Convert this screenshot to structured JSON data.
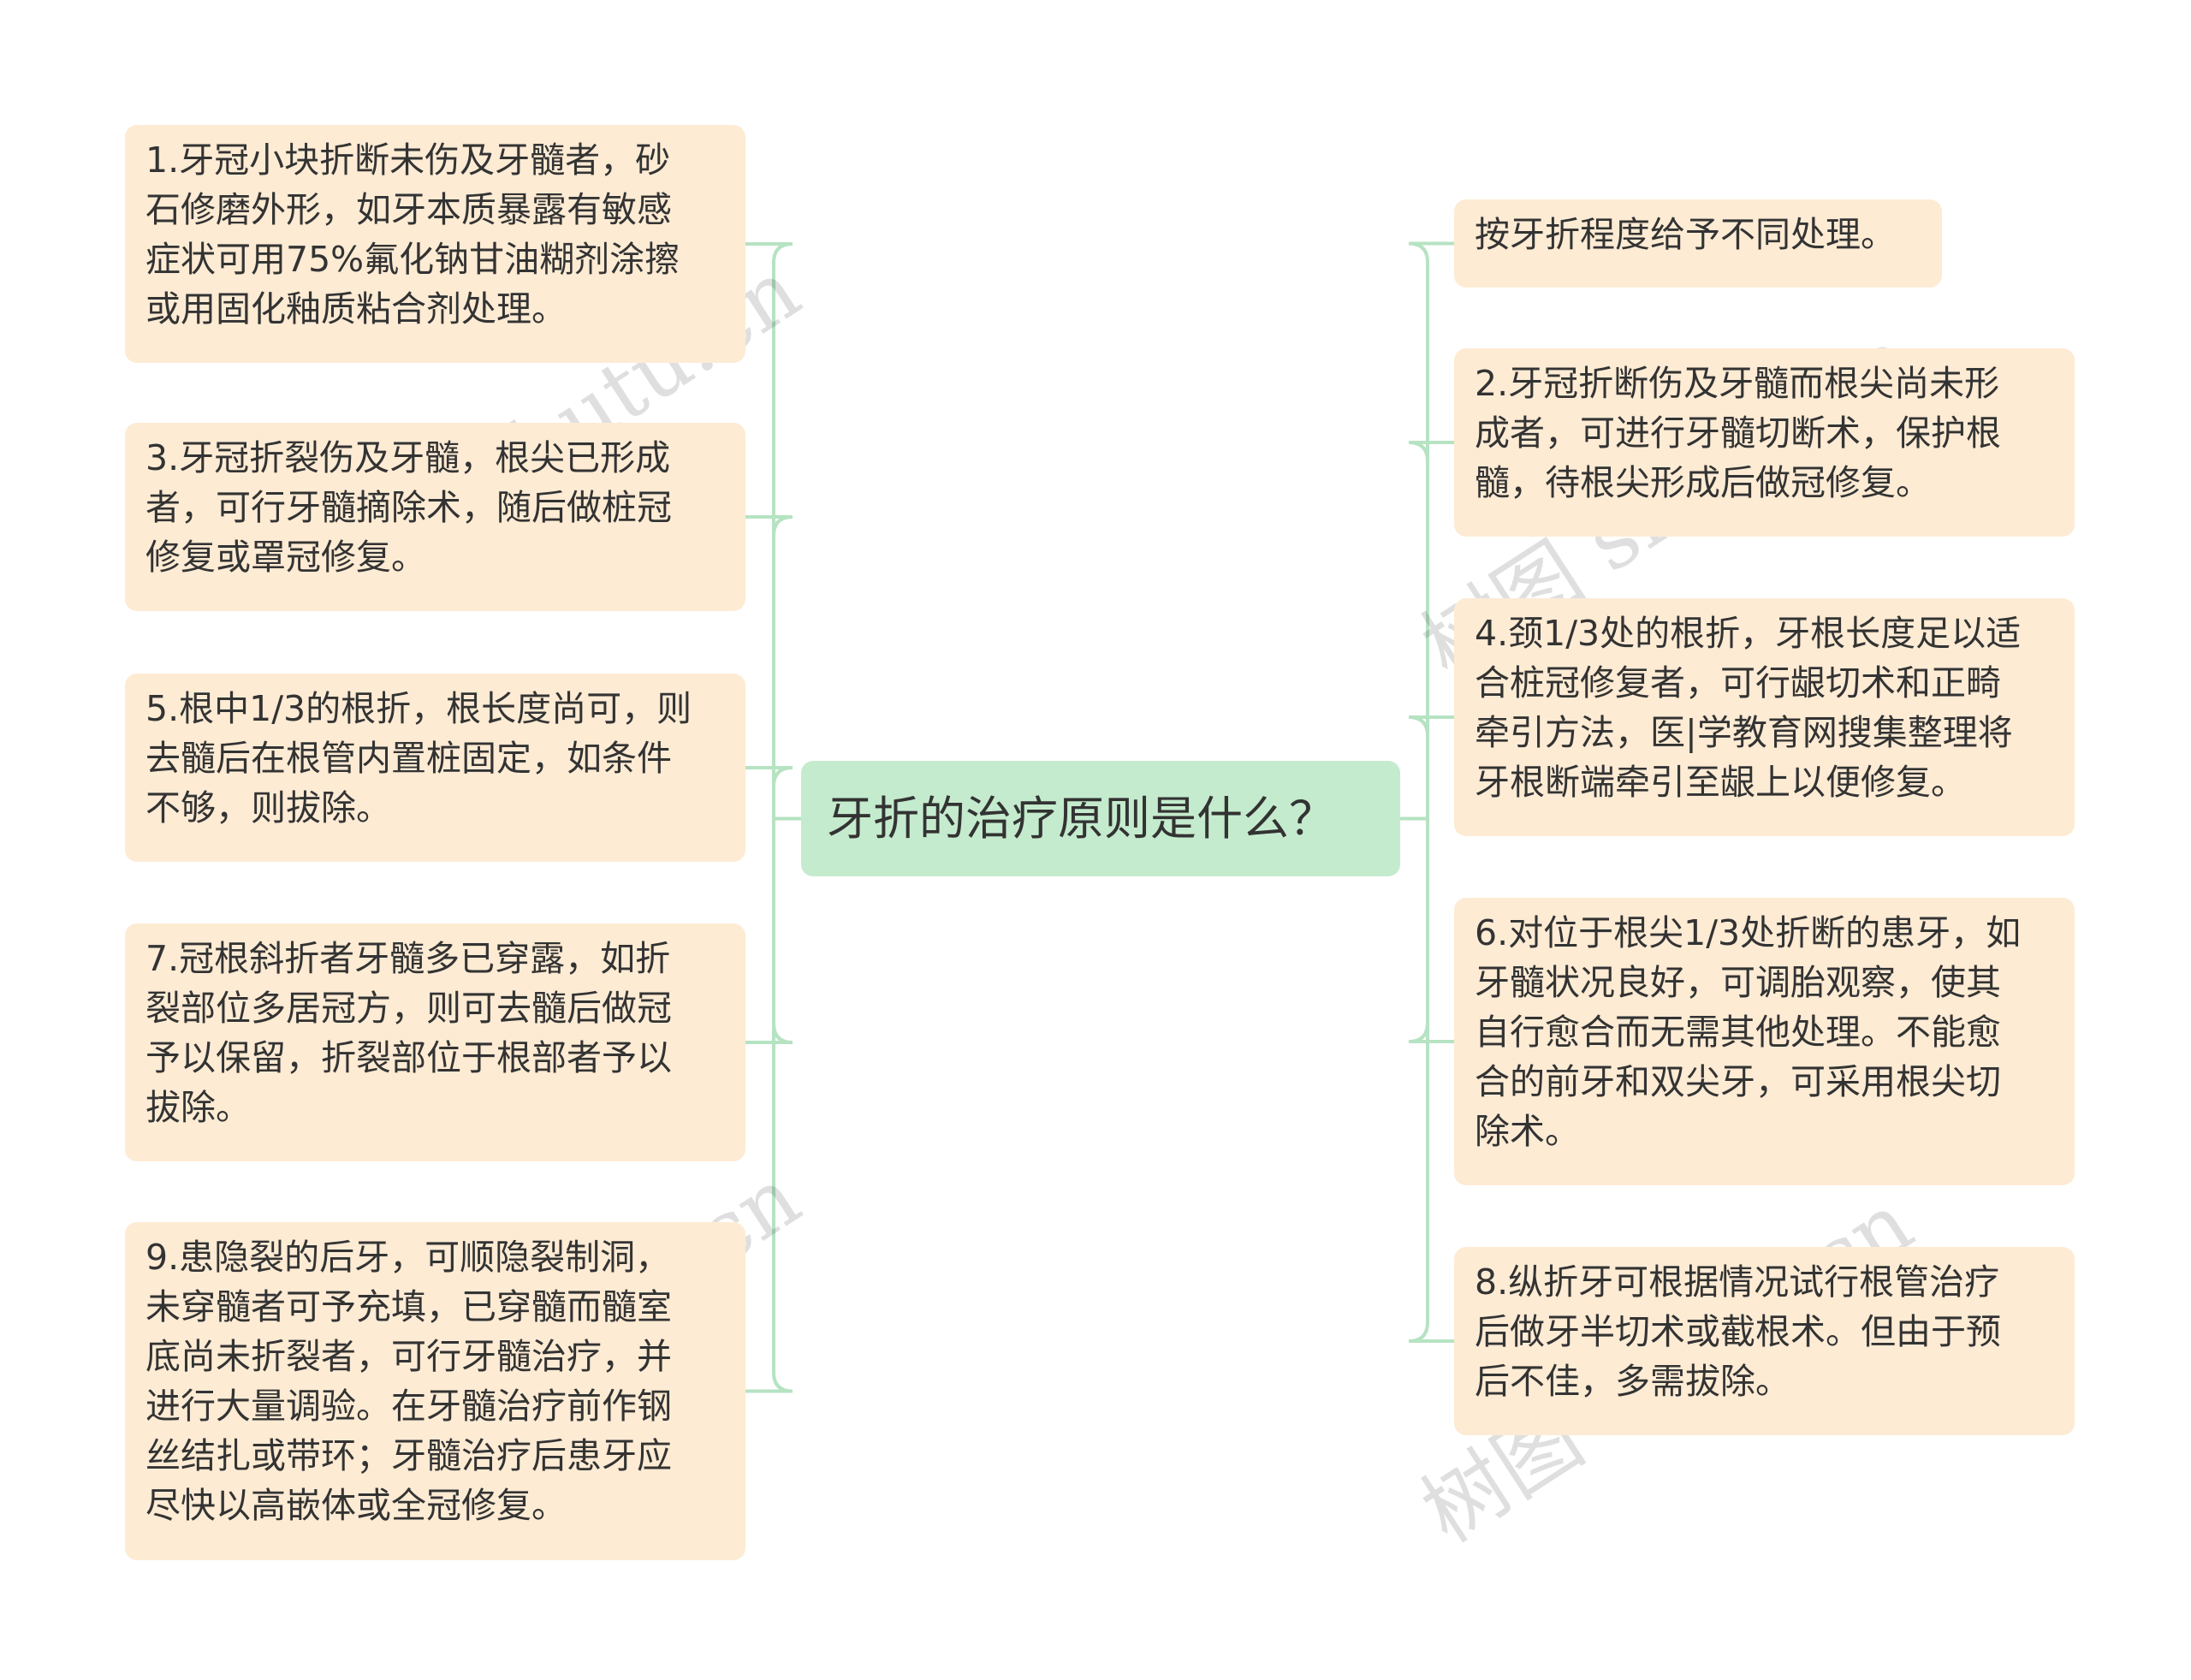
{
  "center": {
    "text": "牙折的治疗原则是什么？"
  },
  "left_nodes": [
    {
      "text": "1.牙冠小块折断未伤及牙髓者，砂\n石修磨外形，如牙本质暴露有敏感\n症状可用75%氟化钠甘油糊剂涂擦\n或用固化釉质粘合剂处理。"
    },
    {
      "text": "3.牙冠折裂伤及牙髓，根尖已形成\n者，可行牙髓摘除术，随后做桩冠\n修复或罩冠修复。"
    },
    {
      "text": "5.根中1/3的根折，根长度尚可，则\n去髓后在根管内置桩固定，如条件\n不够，则拔除。"
    },
    {
      "text": "7.冠根斜折者牙髓多已穿露，如折\n裂部位多居冠方，则可去髓后做冠\n予以保留，折裂部位于根部者予以\n拔除。"
    },
    {
      "text": "9.患隐裂的后牙，可顺隐裂制洞，\n未穿髓者可予充填，已穿髓而髓室\n底尚未折裂者，可行牙髓治疗，并\n进行大量调验。在牙髓治疗前作钢\n丝结扎或带环；牙髓治疗后患牙应\n尽快以高嵌体或全冠修复。"
    }
  ],
  "right_nodes": [
    {
      "text": "按牙折程度给予不同处理。"
    },
    {
      "text": "2.牙冠折断伤及牙髓而根尖尚未形\n成者，可进行牙髓切断术，保护根\n髓，待根尖形成后做冠修复。"
    },
    {
      "text": "4.颈1/3处的根折，牙根长度足以适\n合桩冠修复者，可行龈切术和正畸\n牵引方法，医|学教育网搜集整理将\n牙根断端牵引至龈上以便修复。"
    },
    {
      "text": "6.对位于根尖1/3处折断的患牙，如\n牙髓状况良好，可调胎观察，使其\n自行愈合而无需其他处理。不能愈\n合的前牙和双尖牙，可采用根尖切\n除术。"
    },
    {
      "text": "8.纵折牙可根据情况试行根管治疗\n后做牙半切术或截根术。但由于预\n后不佳，多需拔除。"
    }
  ],
  "watermarks": [
    "树图 shutu.cn",
    "树图 shutu.cn",
    "树图 shutu.cn",
    "树图 shutu.cn"
  ],
  "colors": {
    "node_fill": "#fdebd4",
    "center_fill": "#c4ebcd",
    "connector": "#b6e3c2",
    "text": "#333333"
  }
}
